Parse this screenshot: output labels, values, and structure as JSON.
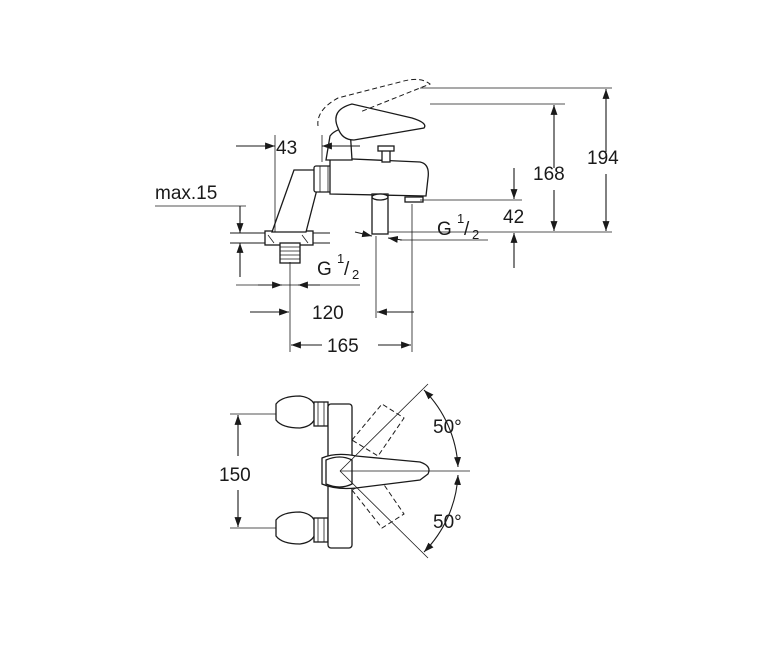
{
  "dimensions": {
    "d43": "43",
    "max15": "max.15",
    "d168": "168",
    "d194": "194",
    "d42": "42",
    "g_right_main": "G",
    "g_right_sup": "1",
    "g_right_sub": "2",
    "g_left_main": "G",
    "g_left_sup": "1",
    "g_left_sub": "2",
    "d120": "120",
    "d165": "165",
    "d150": "150",
    "angle_top": "50°",
    "angle_bottom": "50°"
  }
}
